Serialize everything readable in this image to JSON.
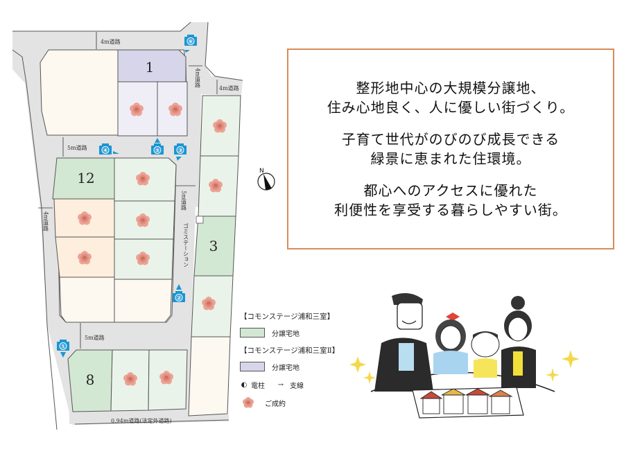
{
  "colors": {
    "road": "#e3e3e3",
    "road_border": "#555555",
    "lot_green": "#d3e8d3",
    "lot_green_light": "#eaf3ea",
    "lot_purple": "#d7d5ea",
    "lot_purple_light": "#efeef7",
    "lot_cream": "#fdf8f0",
    "lot_peach": "#fdeedd",
    "camera_blue": "#1b95d3",
    "catch_border": "#d98a5a",
    "rose": "#e8988a"
  },
  "map": {
    "roads": {
      "top": "4m道路",
      "top_right_vertical": "4m道路",
      "right_upper": "4m道路",
      "middle": "5m道路",
      "center_vertical": "5m道路",
      "left_vertical": "4m道路",
      "bottom_middle": "5m道路",
      "bottom": "0.94m道路(法定外道路)"
    },
    "garbage_station": "ゴミステーション",
    "lot_labels": {
      "lot1": "1",
      "lot12": "12",
      "lot3": "3",
      "lot8": "8"
    },
    "cameras": [
      {
        "num": "①"
      },
      {
        "num": "②"
      },
      {
        "num": "③"
      },
      {
        "num": "④"
      },
      {
        "num": "⑤"
      },
      {
        "num": "⑥"
      }
    ],
    "compass": "N"
  },
  "catchcopy": {
    "paragraphs": [
      [
        "整形地中心の大規模分譲地、",
        "住み心地良く、人に優しい街づくり。"
      ],
      [
        "子育て世代がのびのび成長できる",
        "緑景に恵まれた住環境。"
      ],
      [
        "都心へのアクセスに優れた",
        "利便性を享受する暮らしやすい街。"
      ]
    ]
  },
  "legend": {
    "group1_title": "【コモンステージ浦和三室】",
    "group1_item": "分譲宅地",
    "group2_title": "【コモンステージ浦和三室Ⅱ】",
    "group2_item": "分譲宅地",
    "pole_symbol": "◐",
    "pole_label": "電柱",
    "guy_symbol": "→",
    "guy_label": "支線",
    "sold_label": "ご成約"
  }
}
